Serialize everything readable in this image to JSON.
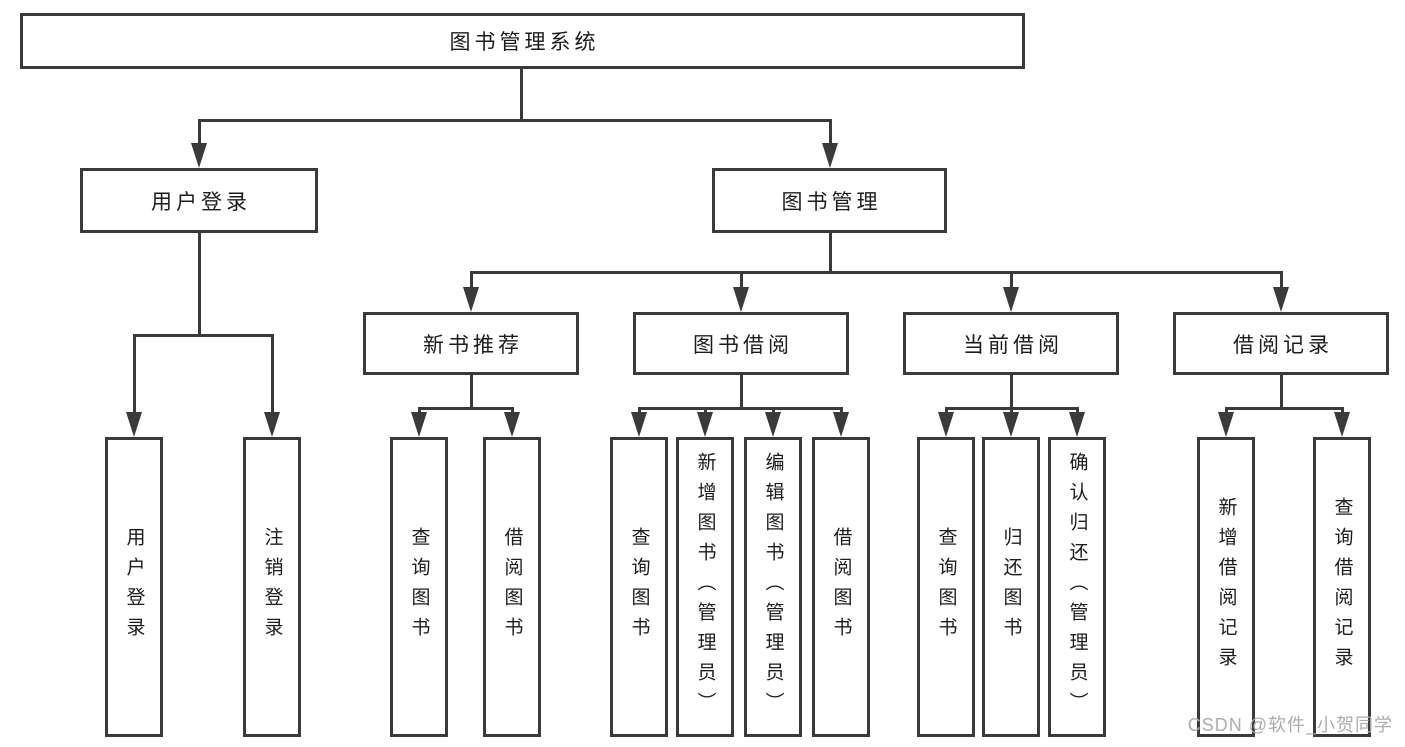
{
  "diagram": {
    "root": {
      "label": "图书管理系统"
    },
    "branches": [
      {
        "label": "用户登录",
        "children": [
          {
            "label": "用户登录"
          },
          {
            "label": "注销登录"
          }
        ]
      },
      {
        "label": "图书管理",
        "children": [
          {
            "label": "新书推荐",
            "children": [
              {
                "label": "查询图书"
              },
              {
                "label": "借阅图书"
              }
            ]
          },
          {
            "label": "图书借阅",
            "children": [
              {
                "label": "查询图书"
              },
              {
                "label": "新增图书（管理员）"
              },
              {
                "label": "编辑图书（管理员）"
              },
              {
                "label": "借阅图书"
              }
            ]
          },
          {
            "label": "当前借阅",
            "children": [
              {
                "label": "查询图书"
              },
              {
                "label": "归还图书"
              },
              {
                "label": "确认归还（管理员）"
              }
            ]
          },
          {
            "label": "借阅记录",
            "children": [
              {
                "label": "新增借阅记录"
              },
              {
                "label": "查询借阅记录"
              }
            ]
          }
        ]
      }
    ]
  },
  "watermark": {
    "text": "CSDN @软件_小贺同学"
  },
  "colors": {
    "line": "#3a3a3a",
    "text": "#1c1c1c",
    "wm": "#adadad"
  }
}
